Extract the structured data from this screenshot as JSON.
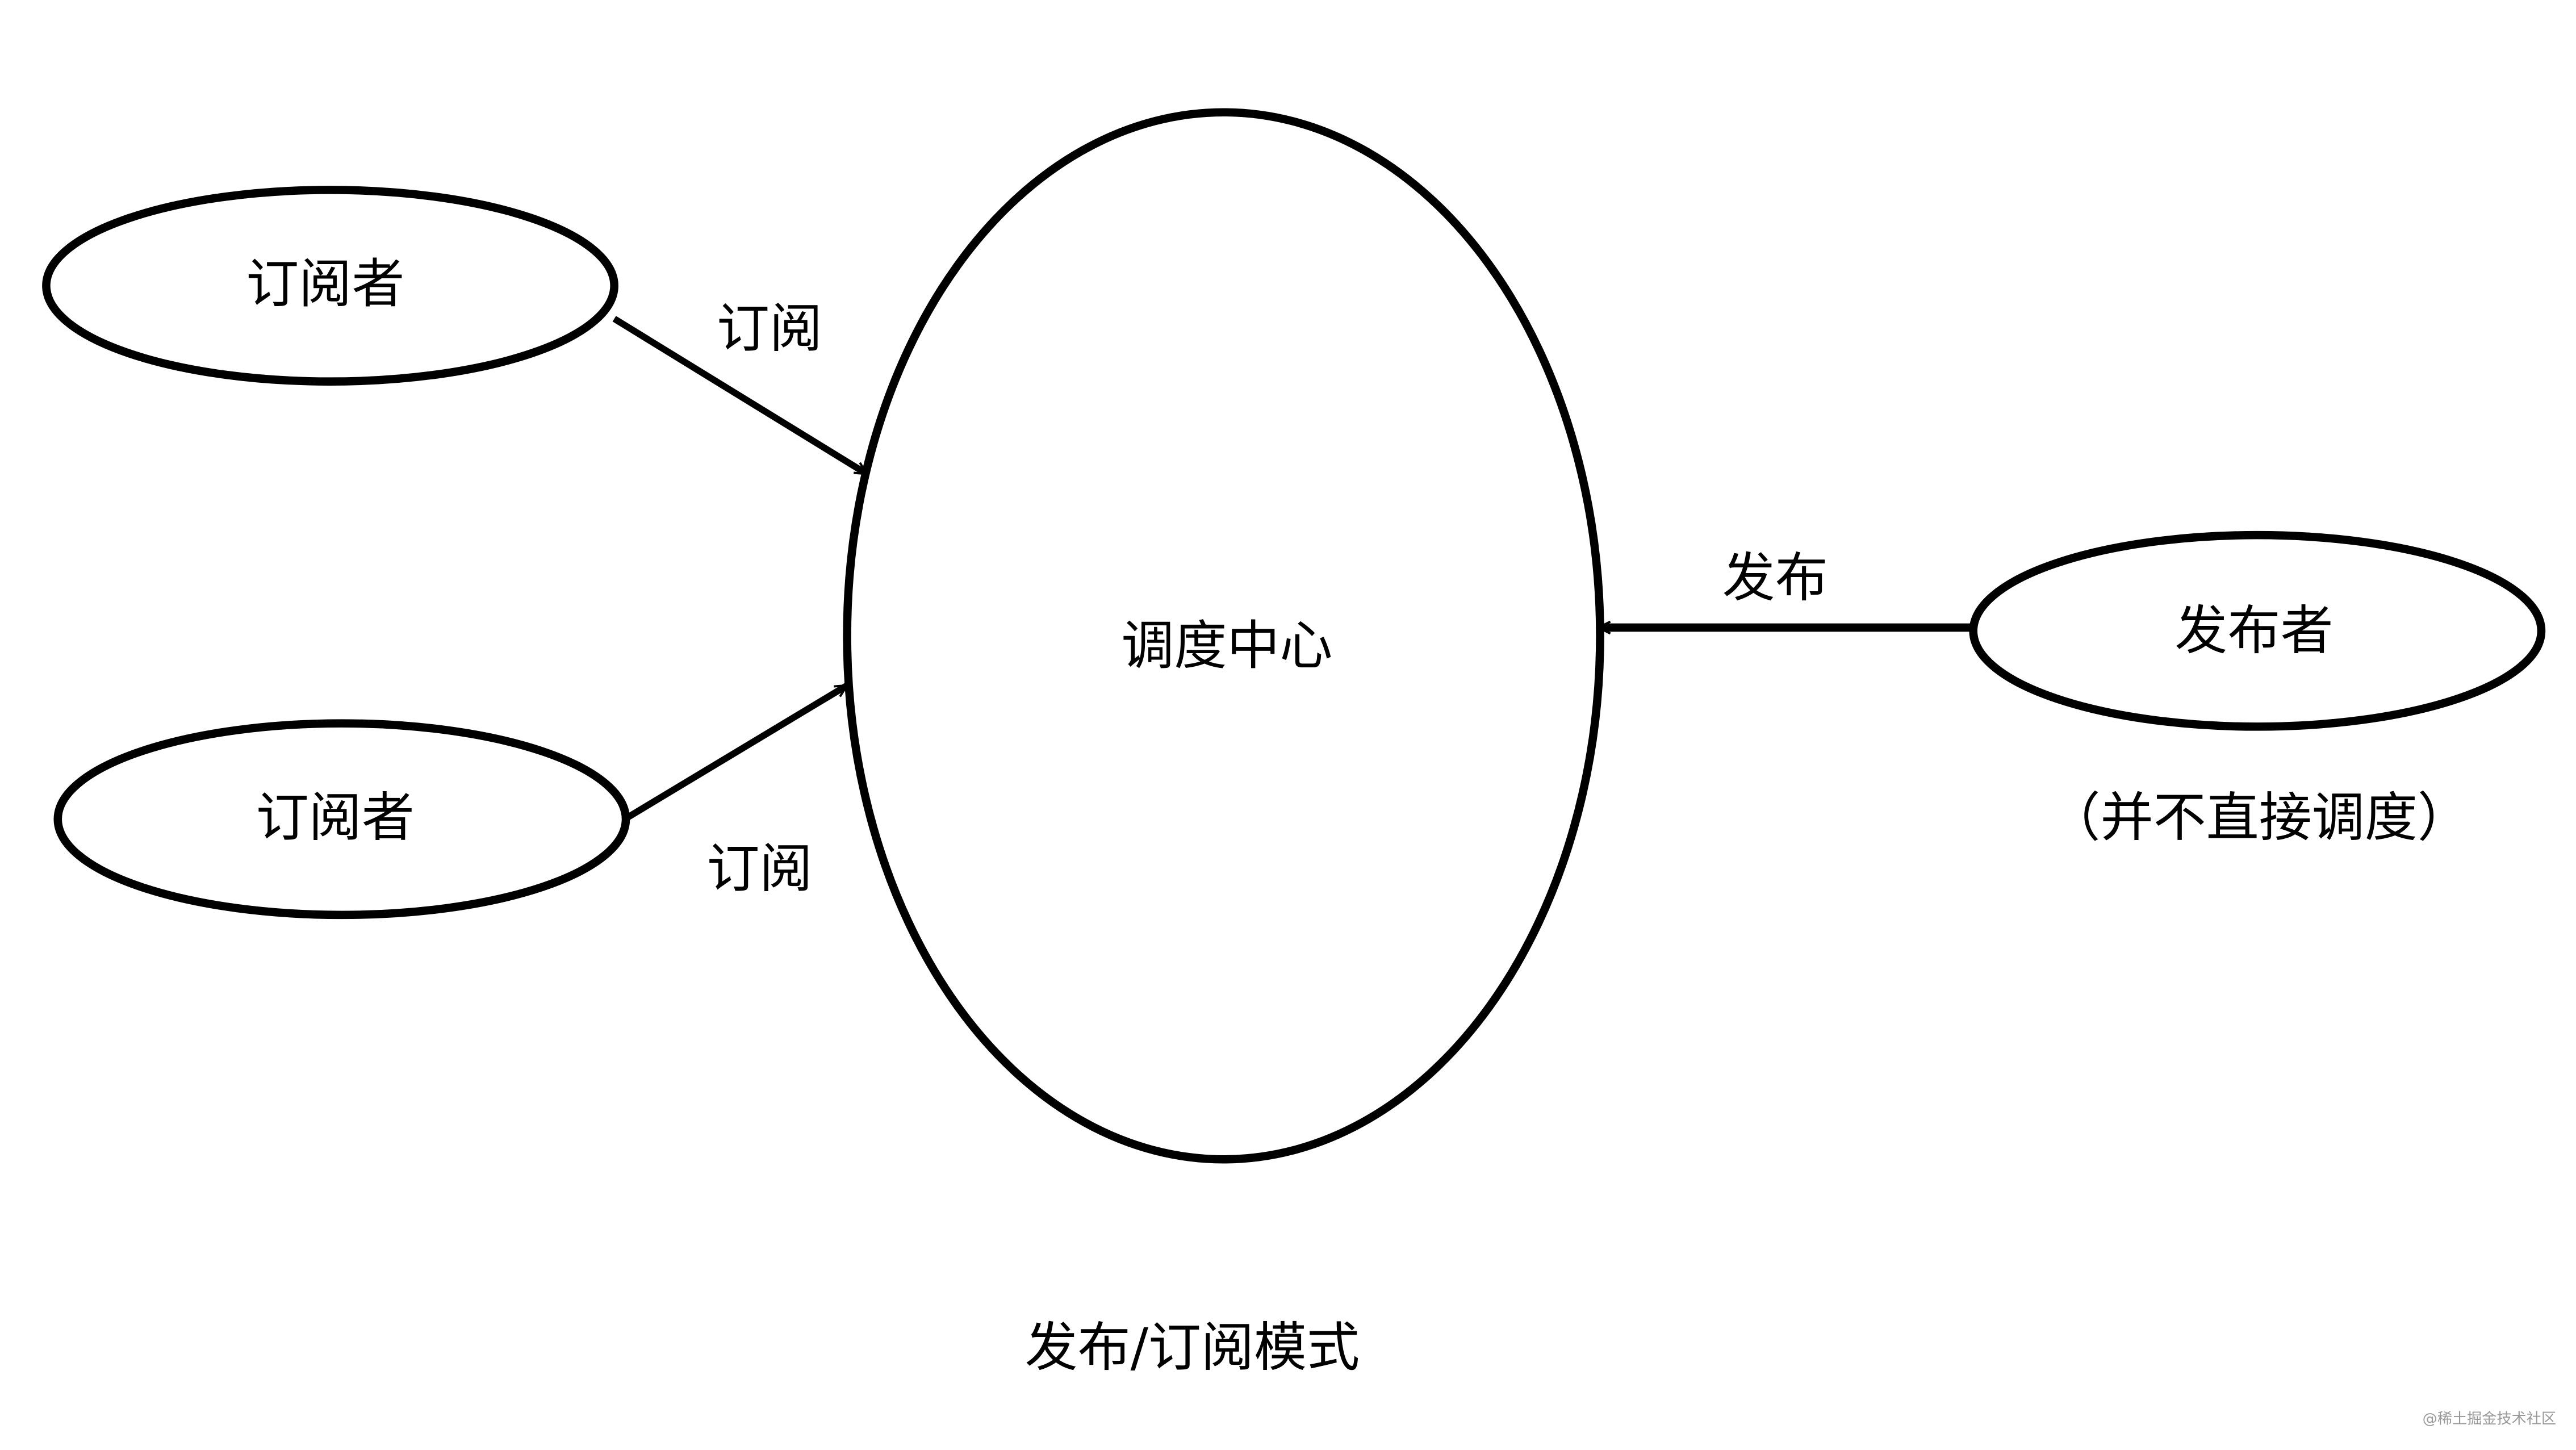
{
  "diagram": {
    "title": "发布/订阅模式",
    "center_node": "调度中心",
    "subscribers": [
      {
        "label": "订阅者",
        "edge_label": "订阅"
      },
      {
        "label": "订阅者",
        "edge_label": "订阅"
      }
    ],
    "publisher": {
      "label": "发布者",
      "edge_label": "发布",
      "note": "（并不直接调度）"
    }
  },
  "watermark": "@稀土掘金技术社区"
}
